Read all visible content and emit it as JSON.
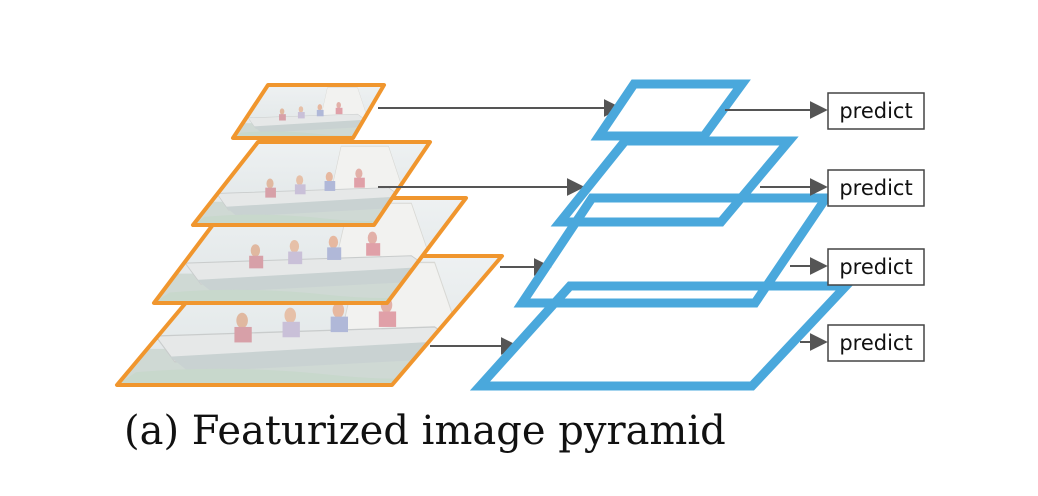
{
  "caption": "(a) Featurized image pyramid",
  "predict_label": "predict",
  "colors": {
    "image_border": "#F0962E",
    "feature_border": "#4AA8DC",
    "arrow": "#555555",
    "predict_box_border": "#444444"
  },
  "image_levels": 4,
  "feature_levels": 4,
  "predict_boxes": 4,
  "icons": [
    "arrow-right-icon",
    "sailboat-image"
  ]
}
